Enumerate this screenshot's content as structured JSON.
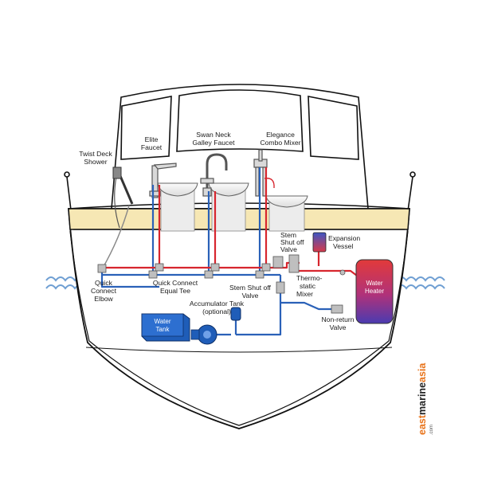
{
  "labels": {
    "twist_deck_shower": [
      "Twist Deck",
      "Shower"
    ],
    "elite_faucet": [
      "Elite",
      "Faucet"
    ],
    "swan_neck": [
      "Swan Neck",
      "Galley Faucet"
    ],
    "elegance": [
      "Elegance",
      "Combo Mixer"
    ],
    "stem_shutoff_top": [
      "Stem",
      "Shut off",
      "Valve"
    ],
    "expansion_vessel": [
      "Expansion",
      "Vessel"
    ],
    "thermostatic_mixer": [
      "Thermo-",
      "static",
      "Mixer"
    ],
    "quick_connect_elbow": [
      "Quick",
      "Connect",
      "Elbow"
    ],
    "quick_connect_tee": [
      "Quick Connect",
      "Equal Tee"
    ],
    "stem_shutoff_mid": [
      "Stem Shut off",
      "Valve"
    ],
    "accumulator_tank": [
      "Accumulator Tank",
      "(optional)"
    ],
    "non_return_valve": [
      "Non-return",
      "Valve"
    ]
  },
  "tanks": {
    "water_heater": [
      "Water",
      "Heater"
    ],
    "water_tank": [
      "Water",
      "Tank"
    ]
  },
  "watermark": {
    "part1": "east",
    "part2": "marine",
    "part3": "asia",
    "suffix": ".com"
  },
  "colors": {
    "hull_outline": "#111111",
    "deck_band": "#f6e7b4",
    "sea_blue": "#6f9fd3",
    "hot_line": "#d7262e",
    "cold_line": "#2a61b8",
    "tank_blue": "#1f5db8",
    "heater_top": "#e23a3a",
    "heater_bottom": "#4a3bb0",
    "watermark_orange": "#e8731a",
    "watermark_dark": "#222222"
  }
}
